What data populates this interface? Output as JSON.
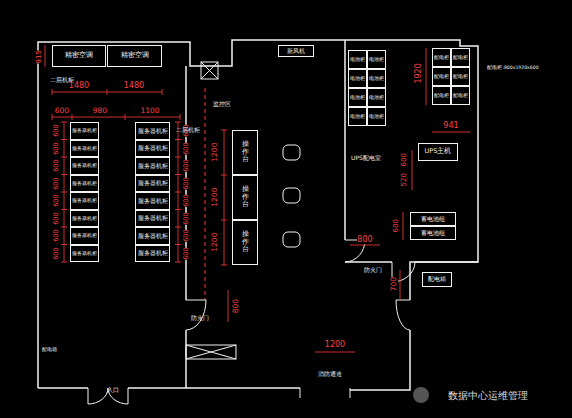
{
  "diagram": {
    "nodes": [
      {
        "text": [
          "精密空调"
        ]
      },
      {
        "text": [
          "精密空调"
        ]
      },
      {
        "text": [
          "服务器机柜"
        ]
      },
      {
        "text": [
          "服务器机柜"
        ]
      },
      {
        "text": [
          "服务器机柜"
        ]
      },
      {
        "text": [
          "服务器机柜"
        ]
      },
      {
        "text": [
          "服务器机柜"
        ]
      },
      {
        "text": [
          "服务器机柜"
        ]
      },
      {
        "text": [
          "服务器机柜"
        ]
      },
      {
        "text": [
          "服务器机柜"
        ]
      },
      {
        "text": [
          "服务器机柜"
        ]
      },
      {
        "text": [
          "服务器机柜"
        ]
      },
      {
        "text": [
          "服务器机柜"
        ]
      },
      {
        "text": [
          "服务器机柜"
        ]
      },
      {
        "text": [
          "服务器机柜"
        ]
      },
      {
        "text": [
          "服务器机柜"
        ]
      },
      {
        "text": [
          "服务器机柜"
        ]
      },
      {
        "text": [
          "服务器机柜"
        ]
      },
      {
        "text": [
          "操作台"
        ]
      },
      {
        "text": [
          "操作台"
        ]
      },
      {
        "text": [
          "操作台"
        ]
      },
      {
        "text": [
          "新风机"
        ]
      },
      {
        "text": [
          "电池柜"
        ]
      },
      {
        "text": [
          "电池柜"
        ]
      },
      {
        "text": [
          "电池柜"
        ]
      },
      {
        "text": [
          "电池柜"
        ]
      },
      {
        "text": [
          "电池柜"
        ]
      },
      {
        "text": [
          "电池柜"
        ]
      },
      {
        "text": [
          "电池柜"
        ]
      },
      {
        "text": [
          "电池柜"
        ]
      },
      {
        "text": [
          "配电柜"
        ]
      },
      {
        "text": [
          "配电柜"
        ]
      },
      {
        "text": [
          "配电柜"
        ]
      },
      {
        "text": [
          "配电柜"
        ]
      },
      {
        "text": [
          "配电柜"
        ]
      },
      {
        "text": [
          "配电柜"
        ]
      },
      {
        "text": [
          "UPS主机"
        ]
      },
      {
        "text": [
          "蓄电池组"
        ]
      },
      {
        "text": [
          "蓄电池组"
        ]
      },
      {
        "text": [
          "配电箱"
        ]
      }
    ],
    "labels": [
      "915",
      "1480",
      "1480",
      "600",
      "980",
      "1100",
      "600",
      "600",
      "600",
      "600",
      "600",
      "600",
      "600",
      "600",
      "600",
      "600",
      "600",
      "600",
      "600",
      "600",
      "600",
      "600",
      "1200",
      "1200",
      "1200",
      "二层机柜",
      "二层机柜",
      "监控区",
      "防火门",
      "800",
      "入口",
      "1200",
      "消防通道",
      "1920",
      "941",
      "600",
      "520",
      "800",
      "600",
      "UPS配电室",
      "防火门",
      "700",
      "配电柜:800x1920x600",
      "配电箱",
      "数据中心运维管理"
    ]
  }
}
